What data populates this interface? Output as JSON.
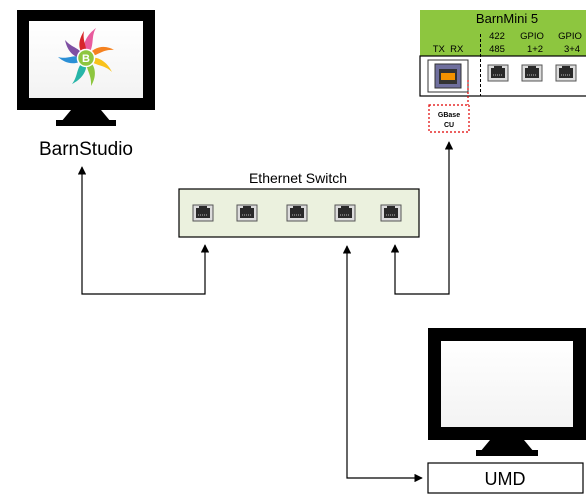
{
  "barnstudio": {
    "label": "BarnStudio",
    "logo_letter": "B"
  },
  "barnmini": {
    "title": "BarnMini 5",
    "header_cols": [
      {
        "line1": "",
        "line2": "TX  RX"
      },
      {
        "line1": "422",
        "line2": "485"
      },
      {
        "line1": "GPIO",
        "line2": "1+2"
      },
      {
        "line1": "GPIO",
        "line2": "3+4"
      }
    ]
  },
  "gbase": {
    "line1": "GBase",
    "line2": "CU"
  },
  "switch": {
    "title": "Ethernet Switch",
    "port_count": 5
  },
  "umd": {
    "label": "UMD"
  },
  "colors": {
    "barnmini_green": "#8dc63f",
    "switch_fill": "#ebf1de",
    "gbase_border": "#e00000",
    "arrow": "#000000"
  }
}
